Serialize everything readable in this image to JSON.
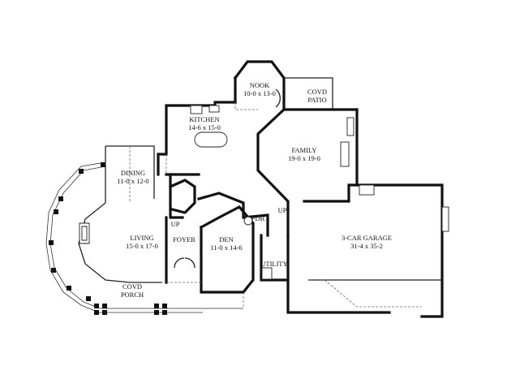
{
  "rooms": {
    "nook": {
      "name": "NOOK",
      "size": "10-0 x 13-0"
    },
    "covd_patio": {
      "name_line1": "COVD",
      "name_line2": "PATIO"
    },
    "kitchen": {
      "name": "KITCHEN",
      "size": "14-6 x 15-0"
    },
    "family": {
      "name": "FAMILY",
      "size": "19-0 x 19-0"
    },
    "dining": {
      "name": "DINING",
      "size": "11-0 x 12-0"
    },
    "living": {
      "name": "LIVING",
      "size": "15-0 x 17-0"
    },
    "foyer": {
      "name": "FOYER"
    },
    "den": {
      "name": "DEN",
      "size": "11-0 x 14-6"
    },
    "pdr": {
      "name": "PDR"
    },
    "utility": {
      "name": "UTILITY"
    },
    "garage": {
      "name": "3-CAR GARAGE",
      "size": "31-4 x 35-2"
    },
    "covd_porch": {
      "name_line1": "COVD",
      "name_line2": "PORCH"
    }
  },
  "stair_labels": {
    "up_foyer": "UP",
    "up_family": "UP"
  }
}
